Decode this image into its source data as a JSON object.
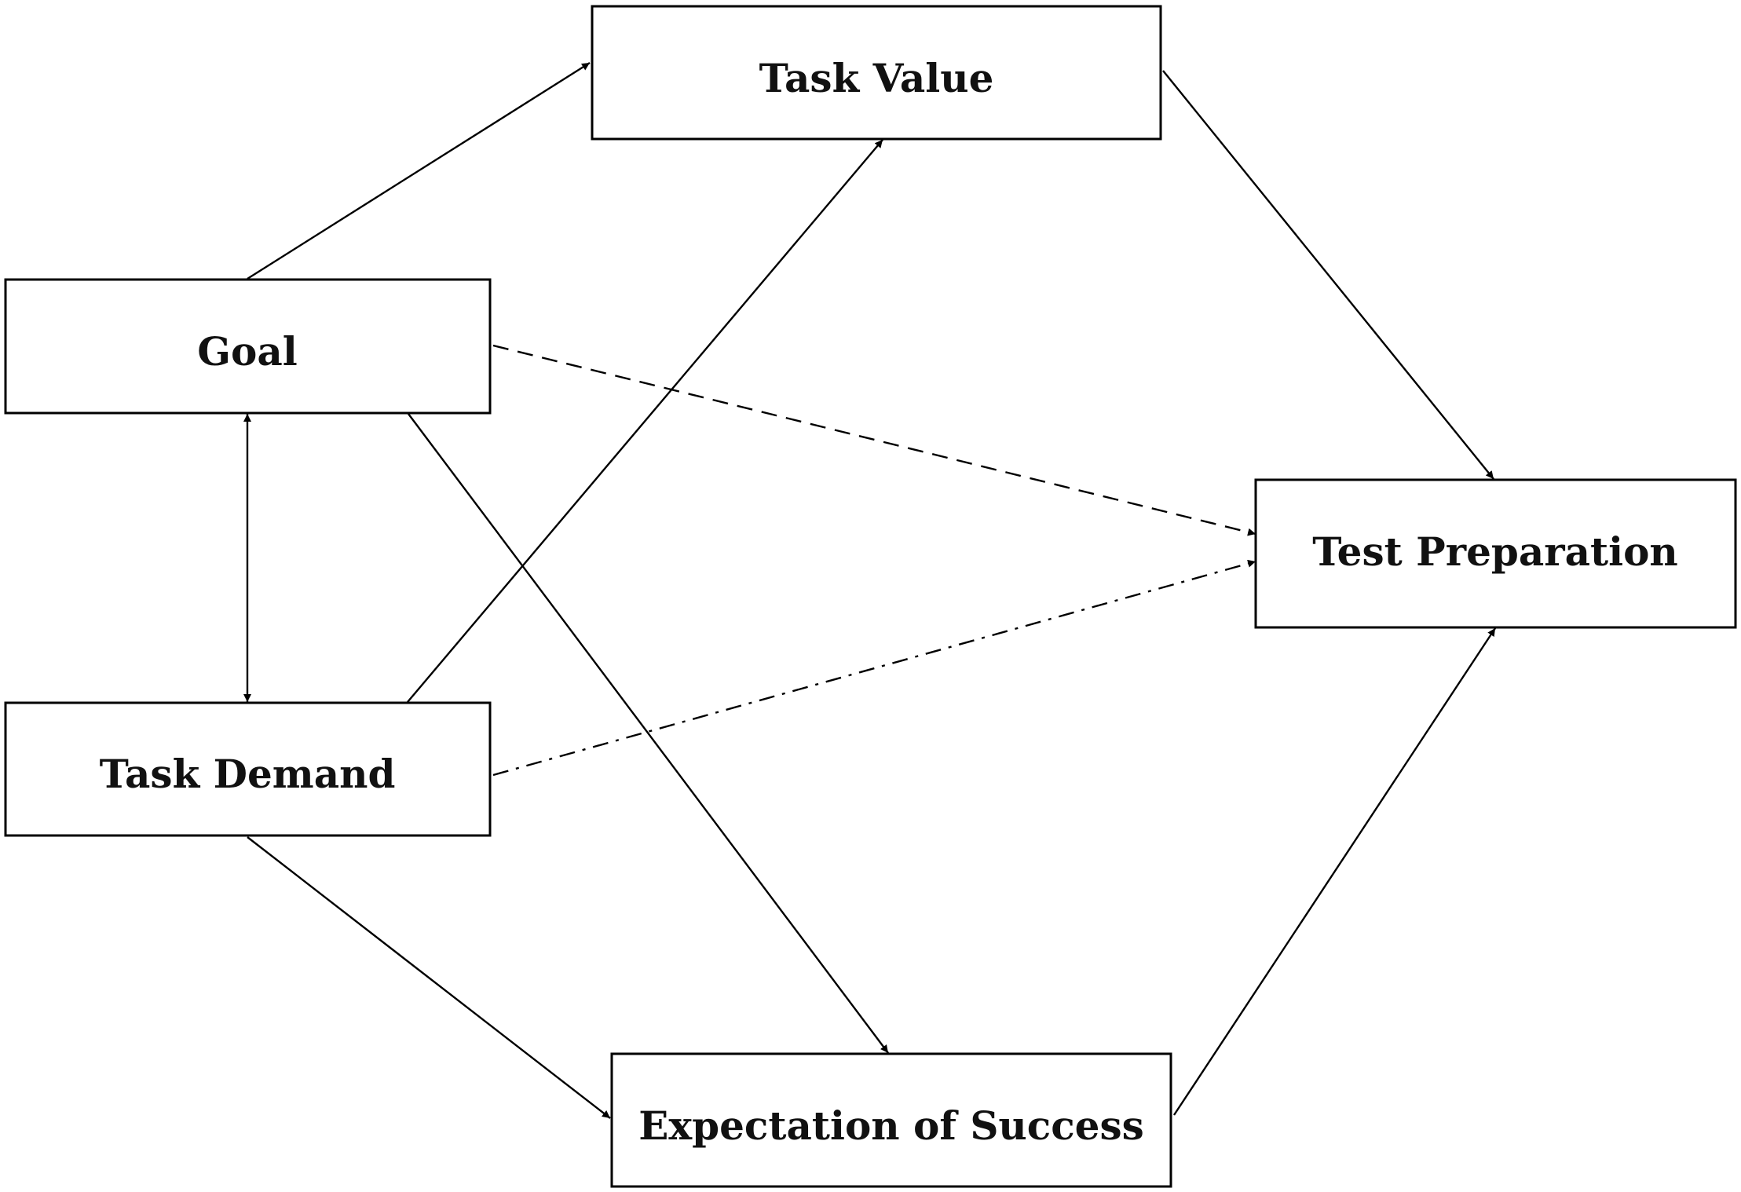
{
  "diagram": {
    "type": "path-model",
    "nodes": [
      {
        "id": "task_value",
        "label": "Task Value"
      },
      {
        "id": "goal",
        "label": "Goal"
      },
      {
        "id": "test_preparation",
        "label": "Test Preparation"
      },
      {
        "id": "task_demand",
        "label": "Task Demand"
      },
      {
        "id": "expectation_of_success",
        "label": "Expectation of Success"
      }
    ],
    "edges": [
      {
        "from": "goal",
        "to": "task_value",
        "style": "solid",
        "direction": "forward"
      },
      {
        "from": "goal",
        "to": "expectation_of_success",
        "style": "solid",
        "direction": "forward"
      },
      {
        "from": "goal",
        "to": "test_preparation",
        "style": "dashed",
        "direction": "forward"
      },
      {
        "from": "goal",
        "to": "task_demand",
        "style": "solid",
        "direction": "bidirectional"
      },
      {
        "from": "task_demand",
        "to": "task_value",
        "style": "solid",
        "direction": "forward"
      },
      {
        "from": "task_demand",
        "to": "expectation_of_success",
        "style": "solid",
        "direction": "forward"
      },
      {
        "from": "task_demand",
        "to": "test_preparation",
        "style": "dash-dot",
        "direction": "forward"
      },
      {
        "from": "task_value",
        "to": "test_preparation",
        "style": "solid",
        "direction": "forward"
      },
      {
        "from": "expectation_of_success",
        "to": "test_preparation",
        "style": "solid",
        "direction": "forward"
      }
    ],
    "colors": {
      "stroke": "#000000",
      "text": "#111111",
      "background": "#ffffff"
    }
  }
}
